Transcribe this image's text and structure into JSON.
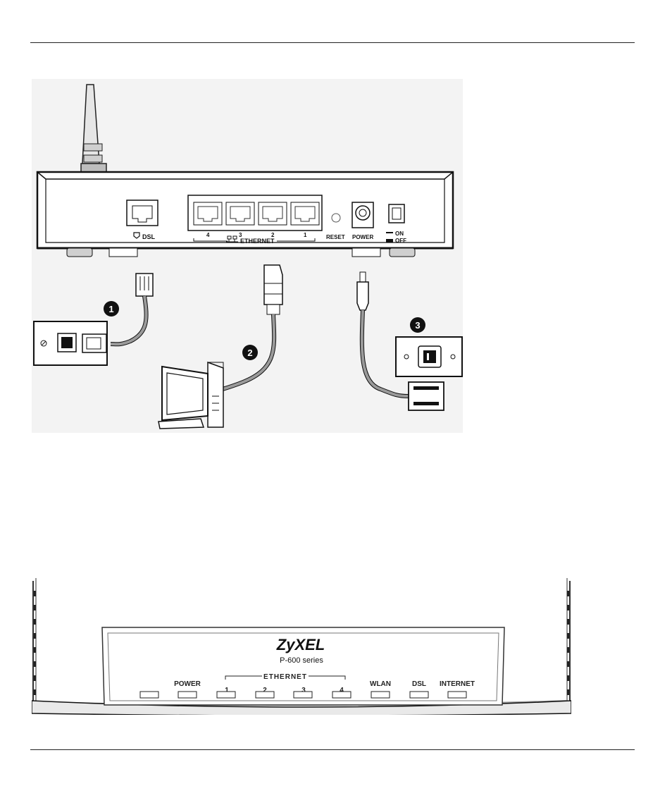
{
  "rear_panel": {
    "dsl_label": "DSL",
    "ethernet_label": "ETHERNET",
    "port_numbers": [
      "4",
      "3",
      "2",
      "1"
    ],
    "reset_label": "RESET",
    "power_label": "POWER",
    "on_label": "ON",
    "off_label": "OFF"
  },
  "steps": {
    "one": "1",
    "two": "2",
    "three": "3"
  },
  "front_panel": {
    "brand": "ZyXEL",
    "model": "P-600 series",
    "leds": {
      "power": "POWER",
      "ethernet": "ETHERNET",
      "eth_numbers": [
        "1",
        "2",
        "3",
        "4"
      ],
      "wlan": "WLAN",
      "dsl": "DSL",
      "internet": "INTERNET"
    }
  }
}
